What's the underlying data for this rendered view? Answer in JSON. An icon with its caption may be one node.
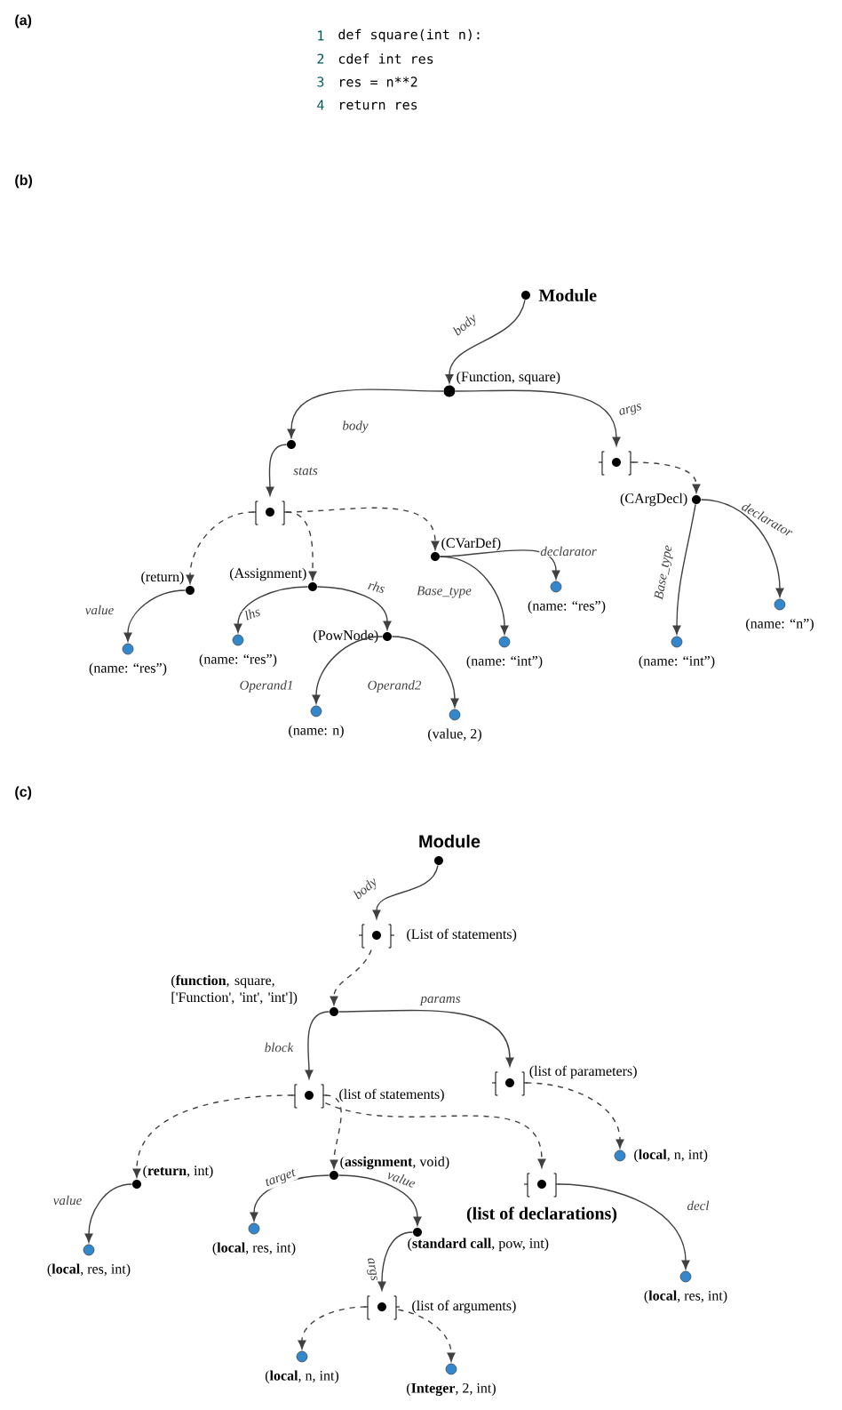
{
  "diagram": {
    "nodes": [
      {
        "text": [
          "Module"
        ]
      },
      {
        "text": [
          "(Function, square)"
        ]
      },
      {
        "text": [],
        "shape": "circle"
      },
      {
        "text": [],
        "shape": "bracket"
      },
      {
        "text": [],
        "shape": "bracket"
      },
      {
        "text": [
          "(CArgDecl)"
        ]
      },
      {
        "text": [
          "(return)"
        ]
      },
      {
        "text": [
          "(Assignment)"
        ]
      },
      {
        "text": [
          "(CVarDef)"
        ]
      },
      {
        "text": [
          "(name: “res”)"
        ]
      },
      {
        "text": [
          "(name: “res”)"
        ]
      },
      {
        "text": [
          "(PowNode)"
        ]
      },
      {
        "text": [
          "(name: “res”)"
        ]
      },
      {
        "text": [
          "(name: “int”)"
        ]
      },
      {
        "text": [
          "(name: “int”)"
        ]
      },
      {
        "text": [
          "(name: “n”)"
        ]
      },
      {
        "text": [
          "(name: n)"
        ]
      },
      {
        "text": [
          "(value, 2)"
        ]
      },
      {
        "text": [
          "Module"
        ]
      },
      {
        "text": [
          "(List of statements)"
        ]
      },
      {
        "text": [
          "(**function**, square, ['Function', 'int', 'int'])"
        ]
      },
      {
        "text": [
          "(list of statements)"
        ]
      },
      {
        "text": [
          "(list of parameters)"
        ]
      },
      {
        "text": [
          "(**local**, n, int)"
        ]
      },
      {
        "text": [
          "(**return**, int)"
        ]
      },
      {
        "text": [
          "(**assignment**, void)"
        ]
      },
      {
        "text": [
          "(list of declarations)"
        ]
      },
      {
        "text": [
          "(**local**, res, int)"
        ]
      },
      {
        "text": [
          "(**local**, res, int)"
        ]
      },
      {
        "text": [
          "(**standard call**, pow, int)"
        ]
      },
      {
        "text": [
          "(**local**, res, int)"
        ]
      },
      {
        "text": [
          "(list of arguments)"
        ]
      },
      {
        "text": [
          "(**local**, n, int)"
        ]
      },
      {
        "text": [
          "(**Integer**, 2, int)"
        ]
      }
    ],
    "edges": [
      {
        "from": 0,
        "to": 1,
        "arrow": "to",
        "label": "body"
      },
      {
        "from": 1,
        "to": 2,
        "arrow": "to",
        "label": "body"
      },
      {
        "from": 2,
        "to": 3,
        "arrow": "to",
        "label": "stats"
      },
      {
        "from": 1,
        "to": 4,
        "arrow": "to",
        "label": "args"
      },
      {
        "from": 4,
        "to": 5,
        "arrow": "to",
        "style": "dashed"
      },
      {
        "from": 3,
        "to": 6,
        "arrow": "to",
        "style": "dashed"
      },
      {
        "from": 3,
        "to": 7,
        "arrow": "to",
        "style": "dashed"
      },
      {
        "from": 3,
        "to": 8,
        "arrow": "to",
        "style": "dashed"
      },
      {
        "from": 6,
        "to": 9,
        "arrow": "to",
        "label": "value"
      },
      {
        "from": 7,
        "to": 10,
        "arrow": "to",
        "label": "lhs"
      },
      {
        "from": 7,
        "to": 11,
        "arrow": "to",
        "label": "rhs"
      },
      {
        "from": 8,
        "to": 12,
        "arrow": "to",
        "label": "declarator"
      },
      {
        "from": 8,
        "to": 13,
        "arrow": "to",
        "label": "Base_type"
      },
      {
        "from": 5,
        "to": 14,
        "arrow": "to",
        "label": "Base_type"
      },
      {
        "from": 5,
        "to": 15,
        "arrow": "to",
        "label": "declarator"
      },
      {
        "from": 11,
        "to": 16,
        "arrow": "to",
        "label": "Operand1"
      },
      {
        "from": 11,
        "to": 17,
        "arrow": "to",
        "label": "Operand2"
      },
      {
        "from": 18,
        "to": 19,
        "arrow": "to",
        "label": "body"
      },
      {
        "from": 19,
        "to": 20,
        "arrow": "to",
        "style": "dashed"
      },
      {
        "from": 20,
        "to": 21,
        "arrow": "to",
        "label": "block"
      },
      {
        "from": 20,
        "to": 22,
        "arrow": "to",
        "label": "params"
      },
      {
        "from": 22,
        "to": 23,
        "arrow": "to",
        "style": "dashed"
      },
      {
        "from": 21,
        "to": 24,
        "arrow": "to",
        "style": "dashed"
      },
      {
        "from": 21,
        "to": 25,
        "arrow": "to",
        "style": "dashed"
      },
      {
        "from": 21,
        "to": 26,
        "arrow": "to",
        "style": "dashed"
      },
      {
        "from": 24,
        "to": 27,
        "arrow": "to",
        "label": "value"
      },
      {
        "from": 25,
        "to": 28,
        "arrow": "to",
        "label": "target"
      },
      {
        "from": 25,
        "to": 29,
        "arrow": "to",
        "label": "value"
      },
      {
        "from": 26,
        "to": 30,
        "arrow": "to",
        "label": "decl"
      },
      {
        "from": 29,
        "to": 31,
        "arrow": "to",
        "label": "args"
      },
      {
        "from": 31,
        "to": 32,
        "arrow": "to",
        "style": "dashed"
      },
      {
        "from": 31,
        "to": 33,
        "arrow": "to",
        "style": "dashed"
      }
    ],
    "labels": [
      "(a)",
      "1",
      "def square(int n):",
      "2",
      "cdef int res",
      "3",
      "res = n**2",
      "4",
      "return res",
      "(b)",
      "(c)"
    ]
  }
}
